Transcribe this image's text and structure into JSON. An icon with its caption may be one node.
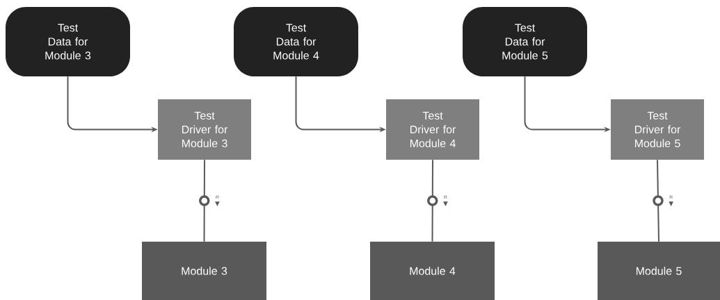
{
  "diagram": {
    "nodes": [
      {
        "text": [
          "Test Data for Module 3"
        ]
      },
      {
        "text": [
          "Test Data for Module 4"
        ]
      },
      {
        "text": [
          "Test Data for Module 5"
        ]
      },
      {
        "text": [
          "Test Driver for Module 3"
        ]
      },
      {
        "text": [
          "Test Driver for Module 4"
        ]
      },
      {
        "text": [
          "Test Driver for Module 5"
        ]
      },
      {
        "text": [
          "Module 3"
        ]
      },
      {
        "text": [
          "Module 4"
        ]
      },
      {
        "text": [
          "Module 5"
        ]
      }
    ],
    "edges": [
      {
        "from": 0,
        "to": 3,
        "arrow": "to"
      },
      {
        "from": 1,
        "to": 4,
        "arrow": "to"
      },
      {
        "from": 2,
        "to": 5,
        "arrow": "to"
      },
      {
        "from": 3,
        "to": 6,
        "arrow": "none",
        "label": "R"
      },
      {
        "from": 4,
        "to": 7,
        "arrow": "none",
        "label": "R"
      },
      {
        "from": 5,
        "to": 8,
        "arrow": "none",
        "label": "R"
      }
    ]
  }
}
